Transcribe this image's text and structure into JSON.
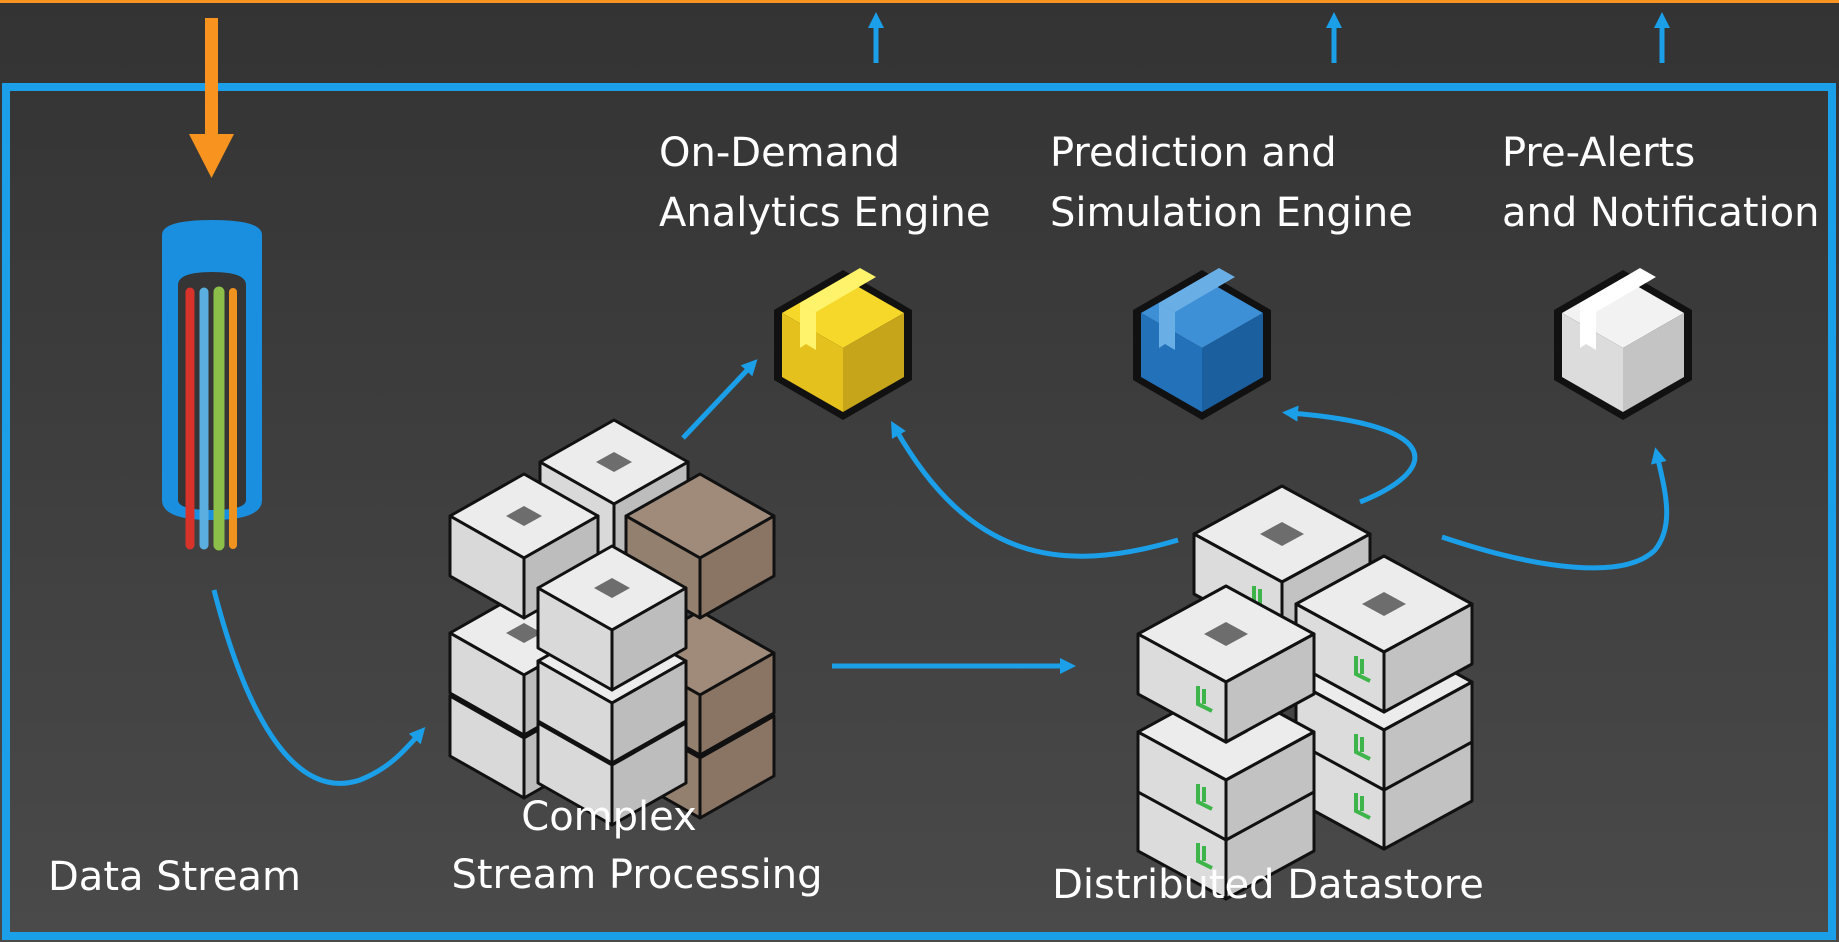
{
  "colors": {
    "background_top": "#3a3a3a",
    "background_bottom": "#4a4a4a",
    "frame": "#1a9fe8",
    "arrow": "#1a9fe8",
    "input_arrow": "#f7931e",
    "top_line": "#f7931e",
    "cube_grey": "#d6d6d6",
    "cube_brown": "#9a8676",
    "cube_yellow": "#e6c21c",
    "cube_blue": "#1f78c4",
    "cube_white": "#e8e8e8",
    "datastore_mark": "#3db54a"
  },
  "labels": {
    "data_stream": "Data Stream",
    "cep_line1": "Complex",
    "cep_line2": "Stream Processing",
    "analytics_line1": "On-Demand",
    "analytics_line2": "Analytics Engine",
    "prediction_line1": "Prediction and",
    "prediction_line2": "Simulation Engine",
    "alerts_line1": "Pre-Alerts",
    "alerts_line2": "and Notification",
    "datastore": "Distributed Datastore"
  },
  "icons": {
    "data_stream": "fiber-cable-icon",
    "cep": "server-cluster-icon",
    "analytics": "package-cube-icon",
    "prediction": "package-cube-icon",
    "alerts": "package-cube-icon",
    "datastore": "storage-node-cluster-icon"
  }
}
